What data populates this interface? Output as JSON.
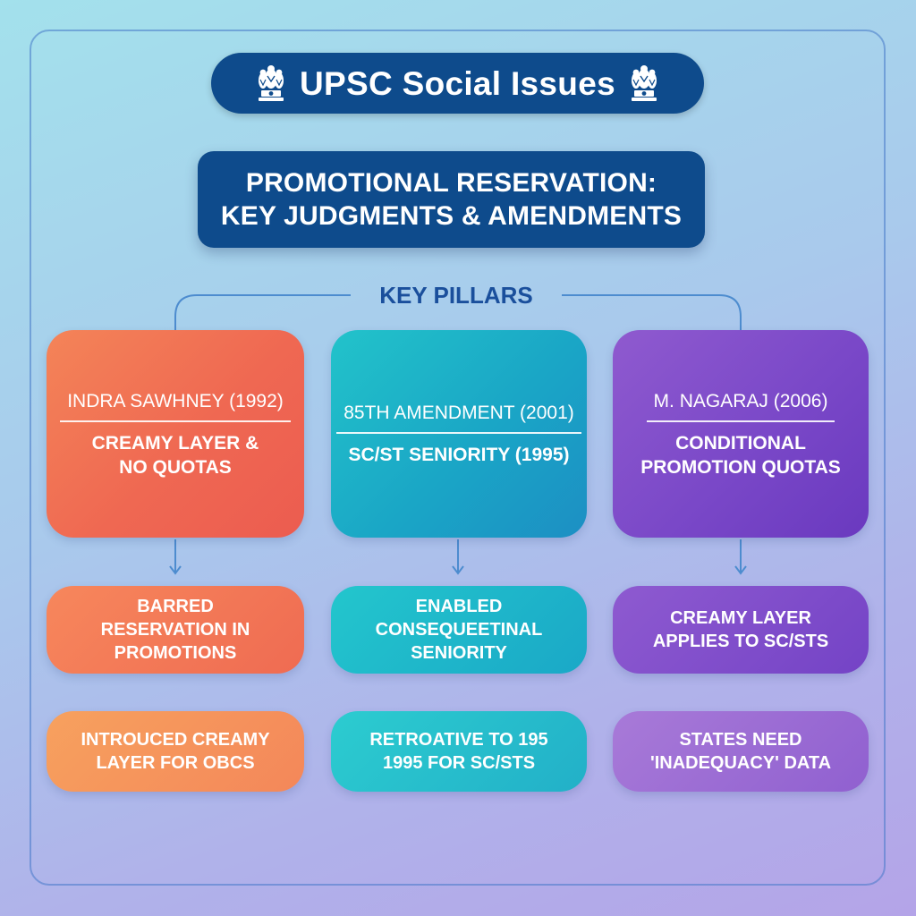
{
  "header": {
    "brand_title": "UPSC Social Issues",
    "emblem_icon": "national-emblem-icon",
    "main_title_line1": "PROMOTIONAL RESERVATION:",
    "main_title_line2": "KEY JUDGMENTS & AMENDMENTS"
  },
  "pillars_label": "KEY PILLARS",
  "colors": {
    "navy": "#0e4b8c",
    "orange": "#ef6852",
    "teal": "#1aa6c6",
    "purple": "#7a48c8",
    "label_blue": "#1a4f9c"
  },
  "columns": [
    {
      "title": "INDRA SAWHNEY (1992)",
      "subtitle": "CREAMY LAYER &\nNO QUOTAS",
      "effect": "BARRED\nRESERVATION IN\nPROMOTIONS",
      "note": "INTROUCED CREAMY\nLAYER FOR OBCS"
    },
    {
      "title": "85TH AMENDMENT (2001)",
      "subtitle": "SC/ST SENIORITY (1995)",
      "effect": "ENABLED\nCONSEQUEETINAL\nSENIORITY",
      "note": "RETROATIVE TO 195\n1995 FOR SC/STS"
    },
    {
      "title": "M. NAGARAJ (2006)",
      "subtitle": "CONDITIONAL\nPROMOTION QUOTAS",
      "effect": "CREAMY LAYER\nAPPLIES TO SC/STS",
      "note": "STATES NEED\n'INADEQUACY' DATA"
    }
  ]
}
